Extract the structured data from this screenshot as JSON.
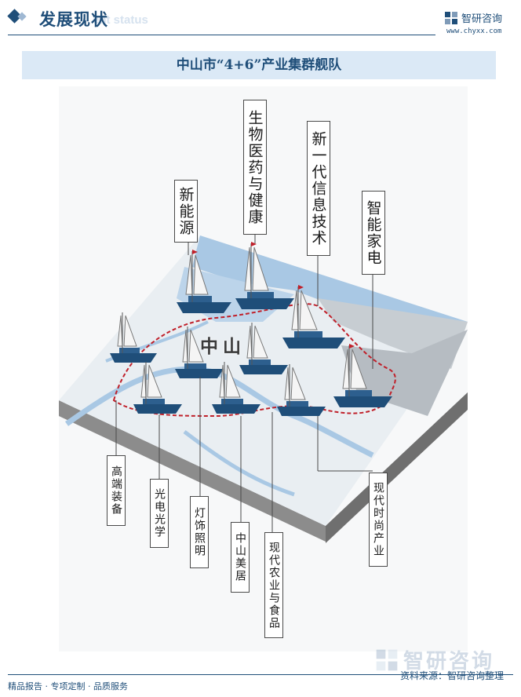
{
  "header": {
    "title": "发展现状",
    "subtitle": "ent status",
    "brand_name": "智研咨询",
    "brand_url": "www.chyxx.com"
  },
  "banner": {
    "title": "中山市“4+6”产业集群舰队"
  },
  "map": {
    "city_label": "中山",
    "big_clusters": [
      "新能源",
      "生物医药与健康",
      "新一代信息技术",
      "智能家电"
    ],
    "small_clusters": [
      "高端装备",
      "光电光学",
      "灯饰照明",
      "中山美居",
      "现代农业与食品",
      "现代时尚产业"
    ]
  },
  "footer": {
    "left": "精品报告 · 专项定制 · 品质服务",
    "source": "资料来源：智研咨询整理",
    "watermark": "智研咨询"
  },
  "colors": {
    "primary": "#1f4e79",
    "banner_bg": "#dbe9f6",
    "water": "#a9c8e4",
    "flag": "#c0202a"
  }
}
